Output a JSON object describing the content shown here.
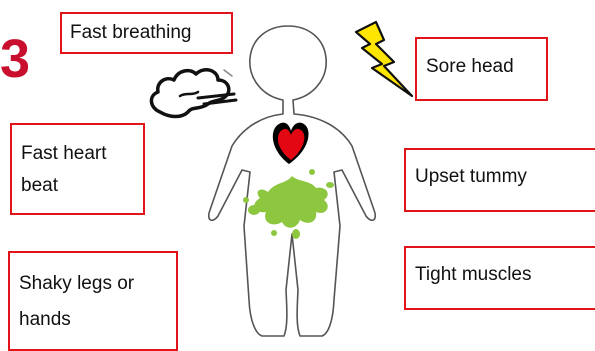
{
  "step_number": "3",
  "labels": {
    "fast_breathing": "Fast breathing",
    "sore_head": "Sore head",
    "fast_heart_line1": "Fast heart",
    "fast_heart_line2": "beat",
    "upset_tummy": "Upset tummy",
    "shaky_line1": "Shaky legs or",
    "shaky_line2": "hands",
    "tight_muscles": "Tight muscles"
  },
  "colors": {
    "box_border": "#e2141a",
    "number": "#c8102e",
    "heart": "#e30613",
    "splat": "#8dc63f",
    "lightning": "#ffe600"
  }
}
